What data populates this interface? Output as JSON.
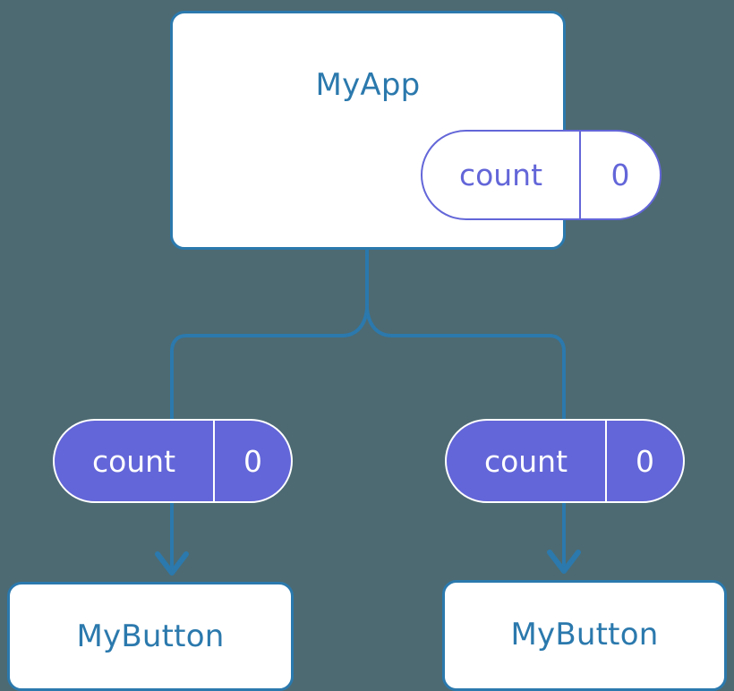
{
  "diagram": {
    "type": "component-state-tree",
    "background_color": "#4d6a72",
    "accent_color": "#2b79ad",
    "state_color": "#6366d8",
    "root": {
      "name": "root-component",
      "title": "MyApp",
      "state": {
        "key": "count",
        "value": "0"
      }
    },
    "children": [
      {
        "name": "child-left",
        "state": {
          "key": "count",
          "value": "0"
        },
        "component": {
          "title": "MyButton"
        }
      },
      {
        "name": "child-right",
        "state": {
          "key": "count",
          "value": "0"
        },
        "component": {
          "title": "MyButton"
        }
      }
    ]
  }
}
